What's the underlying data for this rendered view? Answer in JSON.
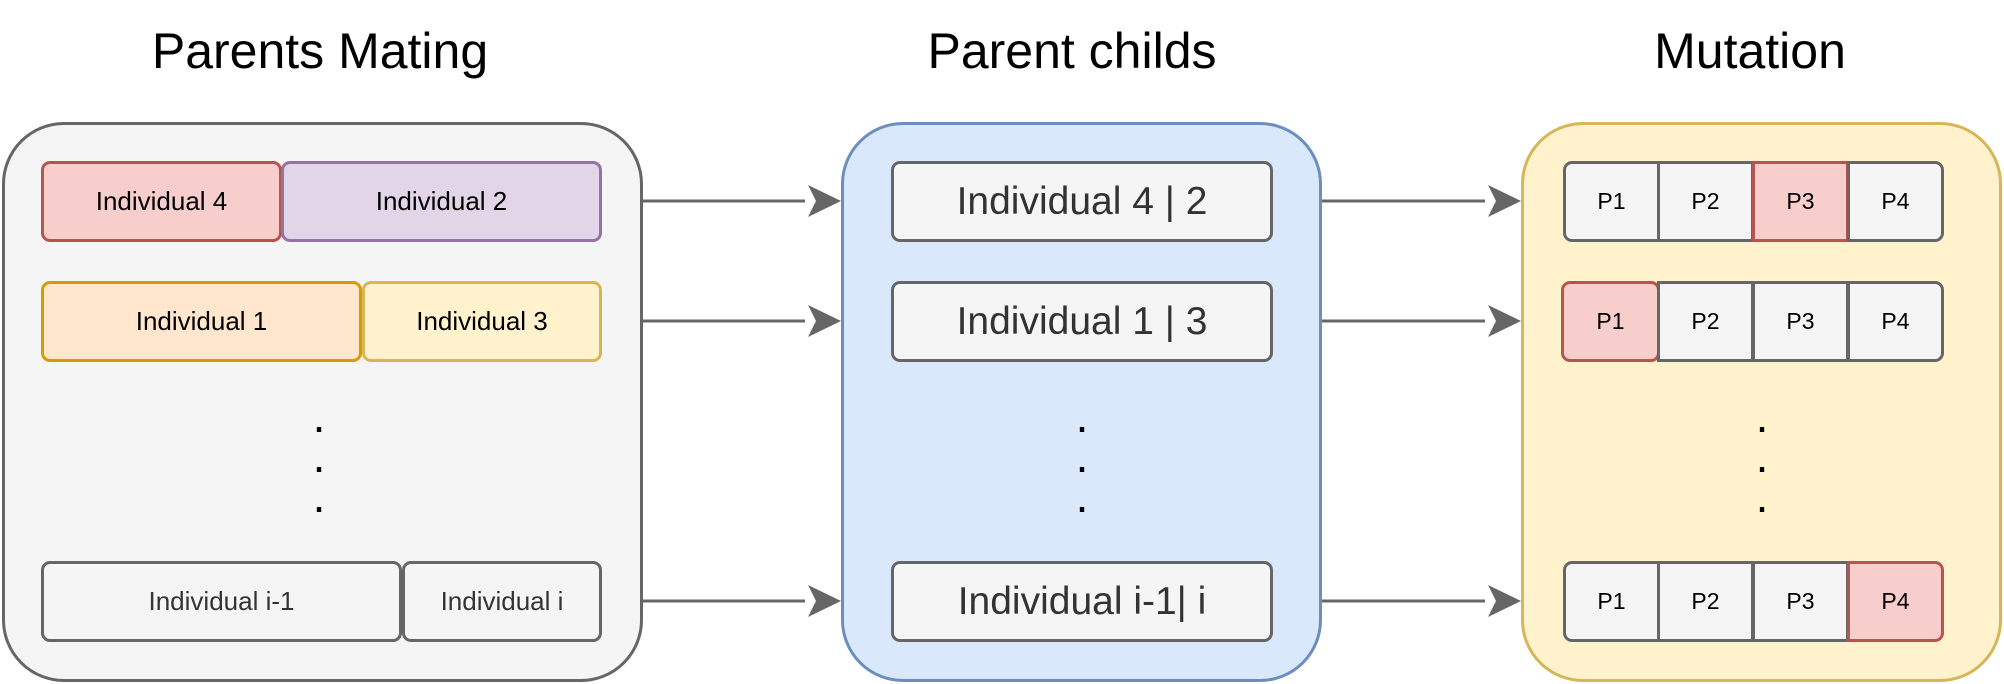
{
  "titles": {
    "left": "Parents Mating",
    "middle": "Parent childs",
    "right": "Mutation"
  },
  "parents": {
    "row1": {
      "a": "Individual 4",
      "b": "Individual 2"
    },
    "row2": {
      "a": "Individual 1",
      "b": "Individual 3"
    },
    "row3": {
      "a": "Individual i-1",
      "b": "Individual i"
    },
    "ellipsis": ".\n.\n."
  },
  "children": {
    "row1": "Individual 4 | 2",
    "row2": "Individual 1 | 3",
    "row3": "Individual i-1| i",
    "ellipsis": ".\n.\n."
  },
  "mutation": {
    "row1": [
      "P1",
      "P2",
      "P3",
      "P4"
    ],
    "row2": [
      "P1",
      "P2",
      "P3",
      "P4"
    ],
    "row3": [
      "P1",
      "P2",
      "P3",
      "P4"
    ],
    "ellipsis": ".\n.\n."
  },
  "colors": {
    "red_fill": "#f8cecc",
    "red_stroke": "#b85450",
    "purple_fill": "#e1d5e7",
    "purple_stroke": "#9673a6",
    "orange_fill": "#ffe6cc",
    "orange_stroke": "#d79b00",
    "yellow_fill": "#fff2cc",
    "yellow_stroke": "#d6b656",
    "gray_fill": "#f5f5f5",
    "gray_stroke": "#666666",
    "blue_fill": "#dae8fc",
    "blue_stroke": "#6c8ebf"
  }
}
